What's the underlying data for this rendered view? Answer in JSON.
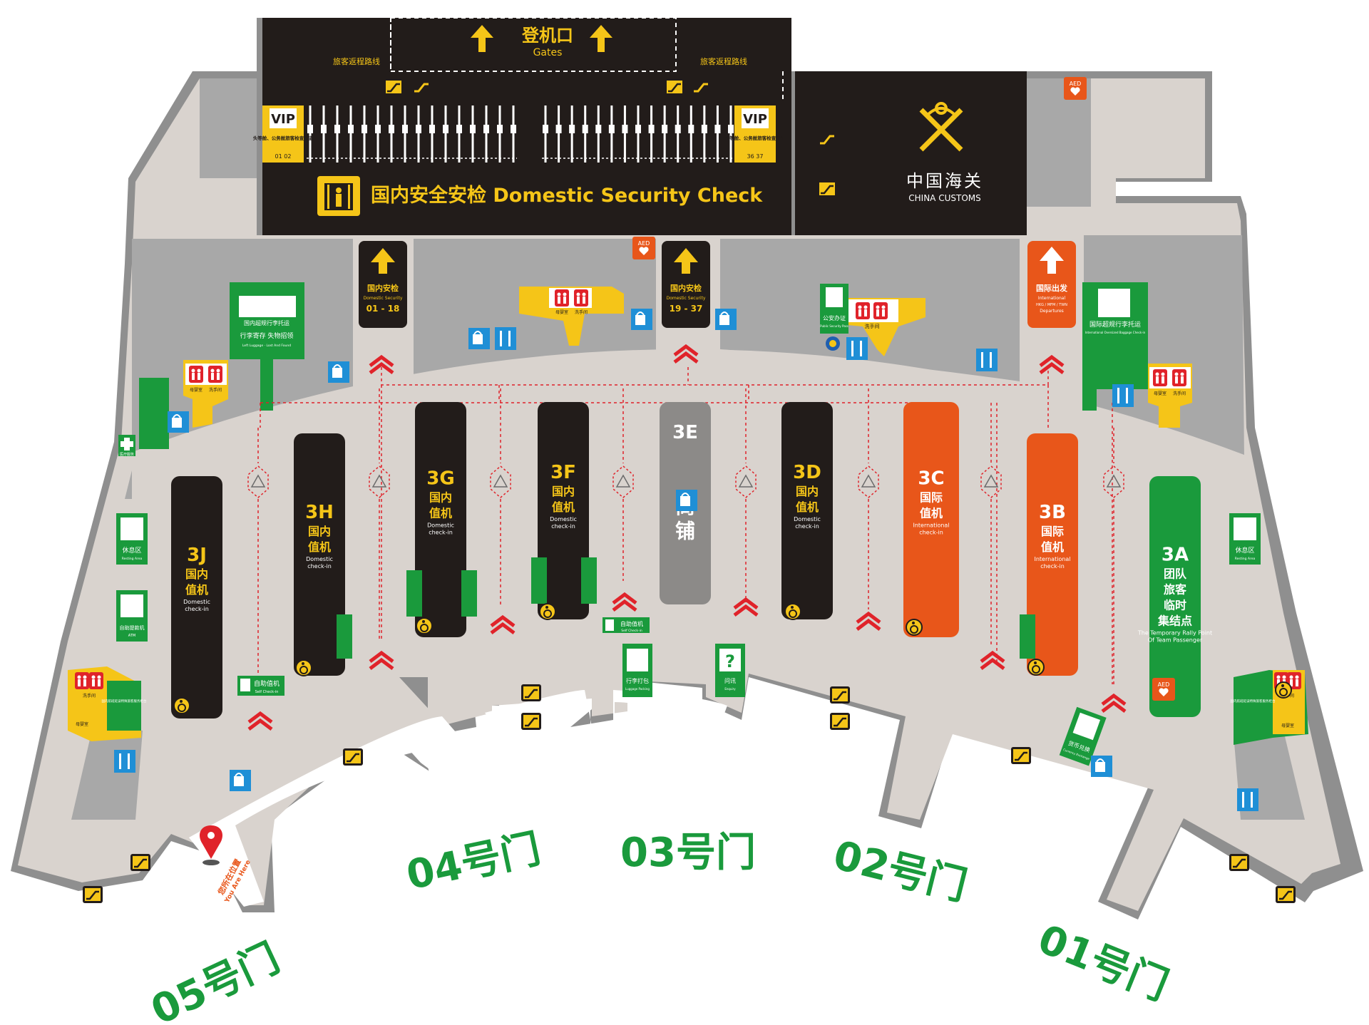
{
  "header": {
    "gates_cn": "登机口",
    "gates_en": "Gates",
    "return_route_left": "旅客返程路线",
    "return_route_right": "旅客返程路线",
    "security_title": "国内安全安检 Domestic Security Check",
    "vip_label": "VIP",
    "vip_left_desc": "头等舱、公务舱旅客检查通道",
    "vip_left_lanes": "01 02",
    "vip_right_desc": "头等舱、公务舱旅客检查通道",
    "vip_right_lanes": "36 37"
  },
  "customs": {
    "cn": "中国海关",
    "en": "CHINA CUSTOMS"
  },
  "security_gates": [
    {
      "cn": "国内安检",
      "en": "Domestic Security",
      "range": "01 - 18"
    },
    {
      "cn": "国内安检",
      "en": "Domestic Security",
      "range": "19 - 37"
    }
  ],
  "intl_departures": {
    "cn": "国际出发",
    "en1": "International",
    "en2": "HKG / MFM / TWN",
    "en3": "Departures"
  },
  "services": {
    "oversize_domestic_cn": "国内超规行李托运",
    "left_luggage_cn": "行李寄存 失物招领",
    "left_luggage_en": "Left Luggage · Lost And Found",
    "oversize_intl_cn": "国际超规行李托运",
    "oversize_intl_en": "International Oversized Baggage Check-in",
    "mother_room": "母婴室",
    "toilet": "洗手间",
    "police_cn": "公安办证",
    "police_en": "Public Security Pass",
    "medical": "医疗服务",
    "rest_area_cn": "休息区",
    "rest_area_en": "Resting Area",
    "atm_cn": "自助提款机",
    "atm_en": "ATM",
    "self_checkin_cn": "自助值机",
    "self_checkin_en": "Self Check-in",
    "luggage_pack_cn": "行李打包",
    "luggage_pack_en": "Luggage Packing",
    "inquiry_cn": "问讯",
    "inquiry_en": "Enquiry",
    "currency_cn": "货币兑换",
    "currency_en": "Currency Exchange",
    "special_service_cn": "国内航班延误特殊旅客服务柜台",
    "aed": "AED"
  },
  "counters": [
    {
      "id": "3J",
      "cn1": "国内",
      "cn2": "值机",
      "en1": "Domestic",
      "en2": "check-in",
      "color": "#221c1a"
    },
    {
      "id": "3H",
      "cn1": "国内",
      "cn2": "值机",
      "en1": "Domestic",
      "en2": "check-in",
      "color": "#221c1a"
    },
    {
      "id": "3G",
      "cn1": "国内",
      "cn2": "值机",
      "en1": "Domestic",
      "en2": "check-in",
      "color": "#221c1a"
    },
    {
      "id": "3F",
      "cn1": "国内",
      "cn2": "值机",
      "en1": "Domestic",
      "en2": "check-in",
      "color": "#221c1a"
    },
    {
      "id": "3E",
      "cn1": "商",
      "cn2": "铺",
      "en1": "",
      "en2": "",
      "color": "#8c8a88"
    },
    {
      "id": "3D",
      "cn1": "国内",
      "cn2": "值机",
      "en1": "Domestic",
      "en2": "check-in",
      "color": "#221c1a"
    },
    {
      "id": "3C",
      "cn1": "国际",
      "cn2": "值机",
      "en1": "International",
      "en2": "check-in",
      "color": "#e8561a"
    },
    {
      "id": "3B",
      "cn1": "国际",
      "cn2": "值机",
      "en1": "International",
      "en2": "check-in",
      "color": "#e8561a"
    },
    {
      "id": "3A",
      "cn1": "团队",
      "cn2": "旅客",
      "cn3": "临时",
      "cn4": "集结点",
      "en1": "The Temporary Rally Point",
      "en2": "Of Team Passenger",
      "color": "#1a9a3c"
    }
  ],
  "you_are_here": {
    "cn": "您所在位置",
    "en": "You Are Here"
  },
  "gates": [
    "05号门",
    "04号门",
    "03号门",
    "02号门",
    "01号门"
  ],
  "colors": {
    "floor": "#d9d3ce",
    "wall": "#8f8f8f",
    "dark": "#221c1a",
    "yellow": "#f5c518",
    "orange": "#e8561a",
    "green": "#1a9a3c",
    "blue": "#1f8fd6",
    "red": "#e0232a"
  }
}
